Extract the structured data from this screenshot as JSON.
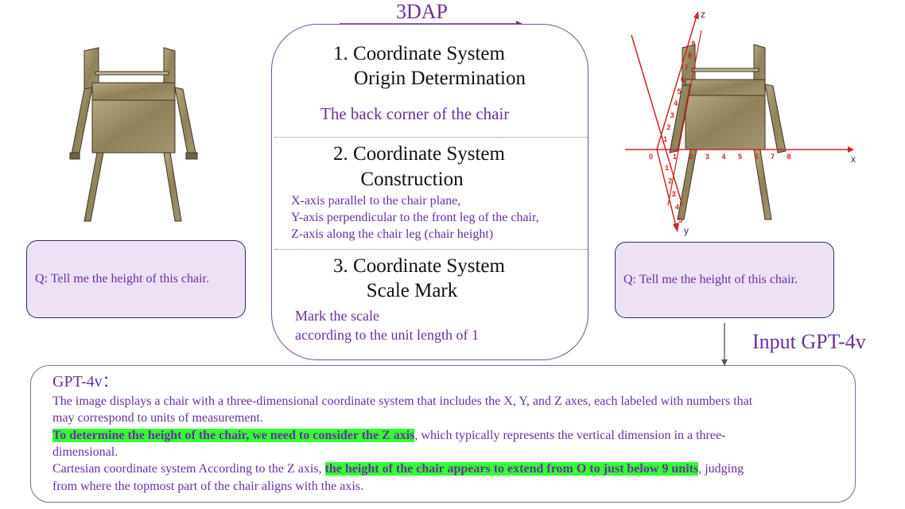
{
  "title": "3DAP",
  "left_question": "Q: Tell me the height of this chair.",
  "right_question": "Q: Tell me the height of this chair.",
  "input_label": "Input GPT-4v",
  "steps": [
    {
      "title_line1": "1. Coordinate System",
      "title_line2": "Origin Determination",
      "body": [
        "The back corner of the chair"
      ]
    },
    {
      "title_line1": "2. Coordinate System",
      "title_line2": "Construction",
      "body": [
        "X-axis parallel to the chair plane,",
        "Y-axis perpendicular to the front leg of the chair,",
        "Z-axis along the chair leg (chair height)"
      ]
    },
    {
      "title_line1": "3. Coordinate System",
      "title_line2": "Scale Mark",
      "body": [
        "Mark the scale",
        "according to the unit length of 1"
      ]
    }
  ],
  "axes": {
    "x_label": "x",
    "y_label": "y",
    "z_label": "z",
    "origin_label": "0",
    "x_ticks": [
      "1",
      "2",
      "3",
      "4",
      "5",
      "6",
      "7",
      "8"
    ],
    "y_ticks": [
      "1",
      "2",
      "3",
      "4",
      "5"
    ],
    "z_ticks": [
      "1",
      "2",
      "3",
      "4",
      "5",
      "6",
      "7",
      "8",
      "9"
    ]
  },
  "answer": {
    "heading": "GPT-4v：",
    "line1": "The image displays a chair with a three-dimensional coordinate system that includes the X, Y, and Z axes, each labeled with numbers that",
    "line2": "may correspond to units of measurement.",
    "line3_highlight": "To determine the height of the chair, we need to consider the Z axis",
    "line3_rest": ", which typically represents the vertical dimension in a three-",
    "line4": "dimensional.",
    "line5_pre": "Cartesian coordinate system According to the Z axis, ",
    "line5_highlight": "the height of the chair appears to extend from O to just below 9 units",
    "line5_rest": ", judging",
    "line6": "from where the topmost part of the chair aligns with the axis."
  },
  "colors": {
    "purple": "#6b2fa0",
    "highlight": "#33ff33",
    "axis_red": "#d42020",
    "wood": "#9a8a62"
  }
}
